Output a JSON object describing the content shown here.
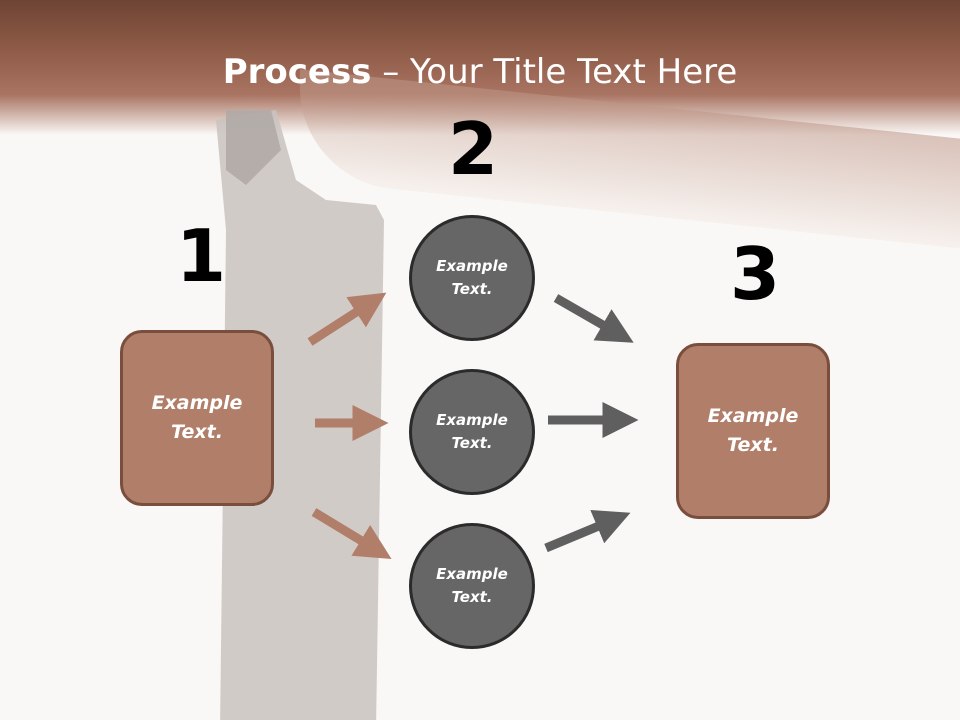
{
  "title": {
    "bold": "Process",
    "rest": " – Your Title Text Here"
  },
  "steps": {
    "one": "1",
    "two": "2",
    "three": "3"
  },
  "left_box": {
    "text": "Example Text."
  },
  "right_box": {
    "text": "Example Text."
  },
  "circles": [
    {
      "text": "Example Text."
    },
    {
      "text": "Example Text."
    },
    {
      "text": "Example Text."
    }
  ],
  "colors": {
    "box_fill": "#b07e69",
    "box_border": "#7a4e3c",
    "circle_fill": "#666666",
    "arrow_brown": "#b07e69",
    "arrow_gray": "#5f5f5f",
    "header": "#8d5a46"
  }
}
